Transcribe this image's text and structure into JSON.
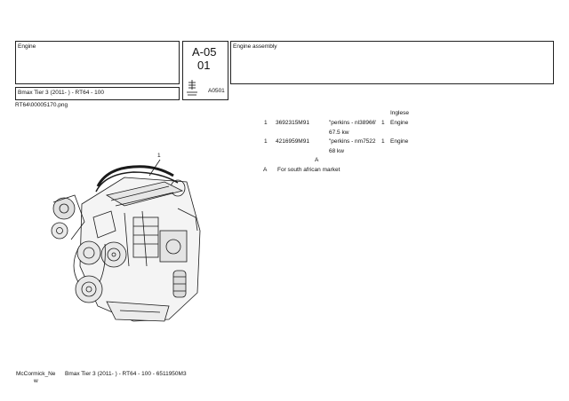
{
  "header": {
    "section_title": "Engine",
    "page_code_line1": "A-05",
    "page_code_line2": "01",
    "assembly_title": "Engine assembly",
    "model_line": "Bmax Tier 3 (2011-     ) - RT64 - 100",
    "figure_code": "A0501",
    "image_filename": "RT64\\00005170.png"
  },
  "parts_table": {
    "language_header": "Inglese",
    "rows": [
      {
        "item": "1",
        "part_no": "3692315M91",
        "description": "\"perkins - nl38966'",
        "qty": "1",
        "name": "Engine",
        "extra": "67.5 kw"
      },
      {
        "item": "1",
        "part_no": "4216959M91",
        "description": "\"perkins - nm7522",
        "qty": "1",
        "name": "Engine",
        "extra": "68 kw"
      }
    ],
    "marker": "A"
  },
  "notes": [
    {
      "key": "A",
      "text": "For south african market"
    }
  ],
  "diagram": {
    "callout": "1",
    "icon": "engine-illustration"
  },
  "footer": {
    "brand": "McCormick_Ne",
    "brand_line2": "w",
    "model_line": "Bmax Tier 3 (2011-     ) - RT64 - 100 - 6511950M3"
  }
}
